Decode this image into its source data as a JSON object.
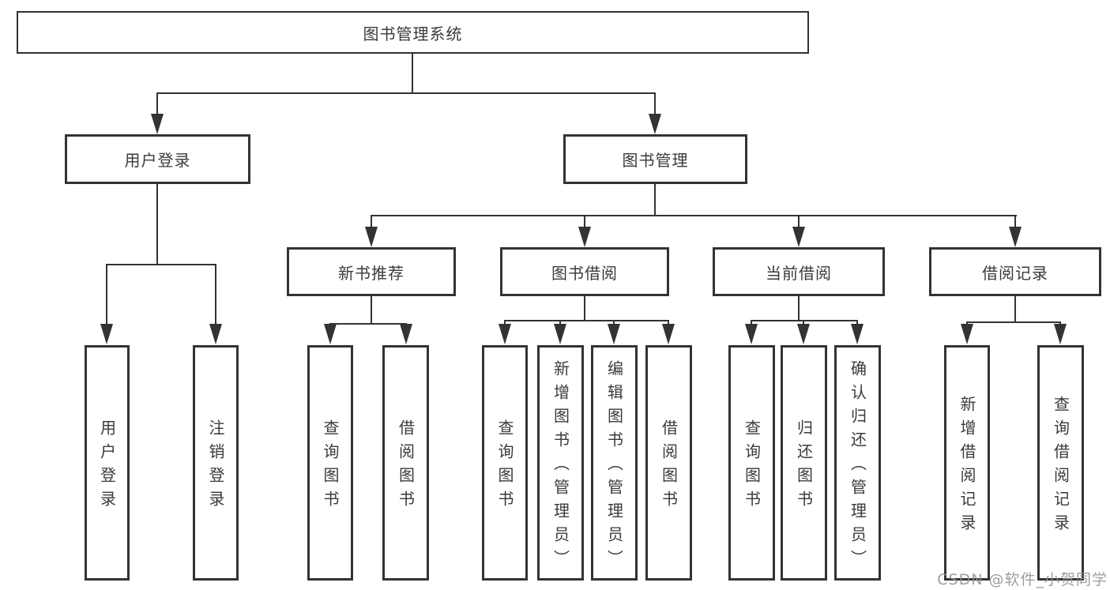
{
  "nodes": {
    "root": "图书管理系统",
    "user_login": "用户登录",
    "book_mgmt": "图书管理",
    "new_book_rec": "新书推荐",
    "book_borrow": "图书借阅",
    "current_borrow": "当前借阅",
    "borrow_record": "借阅记录",
    "leaf_user_login": "用户登录",
    "leaf_logout": "注销登录",
    "leaf_query_books": "查询图书",
    "leaf_borrow_books": "借阅图书",
    "leaf_add_books": "新增图书（管理员）",
    "leaf_edit_books": "编辑图书（管理员）",
    "leaf_return_books": "归还图书",
    "leaf_confirm_return": "确认归还（管理员）",
    "leaf_add_borrow_record": "新增借阅记录",
    "leaf_query_borrow_record": "查询借阅记录"
  },
  "tree": {
    "label": "图书管理系统",
    "children": [
      {
        "label": "用户登录",
        "children": [
          {
            "label": "用户登录"
          },
          {
            "label": "注销登录"
          }
        ]
      },
      {
        "label": "图书管理",
        "children": [
          {
            "label": "新书推荐",
            "children": [
              {
                "label": "查询图书"
              },
              {
                "label": "借阅图书"
              }
            ]
          },
          {
            "label": "图书借阅",
            "children": [
              {
                "label": "查询图书"
              },
              {
                "label": "新增图书（管理员）"
              },
              {
                "label": "编辑图书（管理员）"
              },
              {
                "label": "借阅图书"
              }
            ]
          },
          {
            "label": "当前借阅",
            "children": [
              {
                "label": "查询图书"
              },
              {
                "label": "归还图书"
              },
              {
                "label": "确认归还（管理员）"
              }
            ]
          },
          {
            "label": "借阅记录",
            "children": [
              {
                "label": "新增借阅记录"
              },
              {
                "label": "查询借阅记录"
              }
            ]
          }
        ]
      }
    ]
  },
  "watermark": {
    "text": "CSDN @软件_小贺同学",
    "color": "#919191"
  },
  "colors": {
    "line": "#333333",
    "text": "#3a3a3a",
    "background": "#ffffff"
  }
}
